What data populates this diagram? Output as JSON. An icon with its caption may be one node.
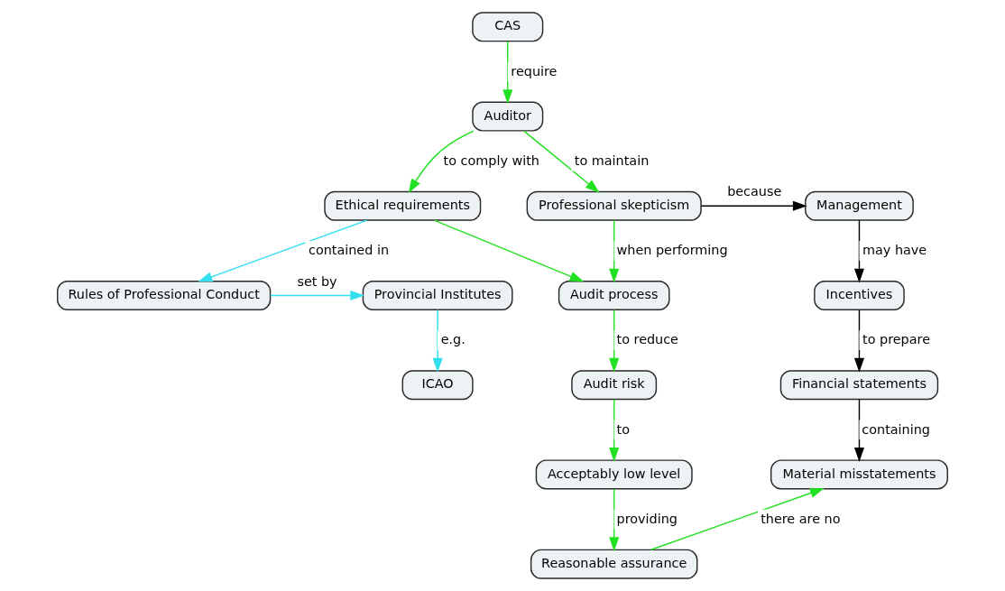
{
  "diagram": {
    "nodes": [
      {
        "text": [
          "CAS"
        ]
      },
      {
        "text": [
          "Auditor"
        ]
      },
      {
        "text": [
          "Ethical requirements"
        ]
      },
      {
        "text": [
          "Professional skepticism"
        ]
      },
      {
        "text": [
          "Management"
        ]
      },
      {
        "text": [
          "Provincial Institutes"
        ]
      },
      {
        "text": [
          "Rules of Professional Conduct"
        ]
      },
      {
        "text": [
          "Audit process"
        ]
      },
      {
        "text": [
          "ICAO"
        ]
      },
      {
        "text": [
          "Audit risk"
        ]
      },
      {
        "text": [
          "Incentives"
        ]
      },
      {
        "text": [
          "Financial statements"
        ]
      },
      {
        "text": [
          "Acceptably low level"
        ]
      },
      {
        "text": [
          "Material misstatements"
        ]
      },
      {
        "text": [
          "Reasonable assurance"
        ]
      }
    ],
    "edges": [
      {
        "from": 0,
        "to": 1,
        "label": "require",
        "arrow": "to"
      },
      {
        "from": 1,
        "to": 2,
        "label": "to comply with",
        "arrow": "to"
      },
      {
        "from": 1,
        "to": 3,
        "label": "to maintain",
        "arrow": "to"
      },
      {
        "from": 3,
        "to": 4,
        "label": "because",
        "arrow": "to",
        "color": "#000000"
      },
      {
        "from": 2,
        "to": 7,
        "arrow": "to"
      },
      {
        "from": 3,
        "to": 7,
        "label": "when performing",
        "arrow": "to"
      },
      {
        "from": 2,
        "to": 6,
        "label": "contained in",
        "arrow": "to",
        "color": "#33e0f0"
      },
      {
        "from": 6,
        "to": 5,
        "label": "set by",
        "arrow": "to",
        "color": "#33e0f0"
      },
      {
        "from": 5,
        "to": 8,
        "label": "e.g.",
        "arrow": "to",
        "color": "#33e0f0"
      },
      {
        "from": 4,
        "to": 10,
        "label": "may have",
        "arrow": "to",
        "color": "#000000"
      },
      {
        "from": 7,
        "to": 9,
        "label": "to reduce",
        "arrow": "to"
      },
      {
        "from": 10,
        "to": 11,
        "label": "to prepare",
        "arrow": "to",
        "color": "#000000"
      },
      {
        "from": 9,
        "to": 12,
        "label": "to",
        "arrow": "to"
      },
      {
        "from": 11,
        "to": 13,
        "label": "containing",
        "arrow": "to",
        "color": "#000000"
      },
      {
        "from": 12,
        "to": 14,
        "label": "providing",
        "arrow": "to"
      },
      {
        "from": 14,
        "to": 13,
        "label": "there are no",
        "arrow": "to"
      }
    ]
  }
}
